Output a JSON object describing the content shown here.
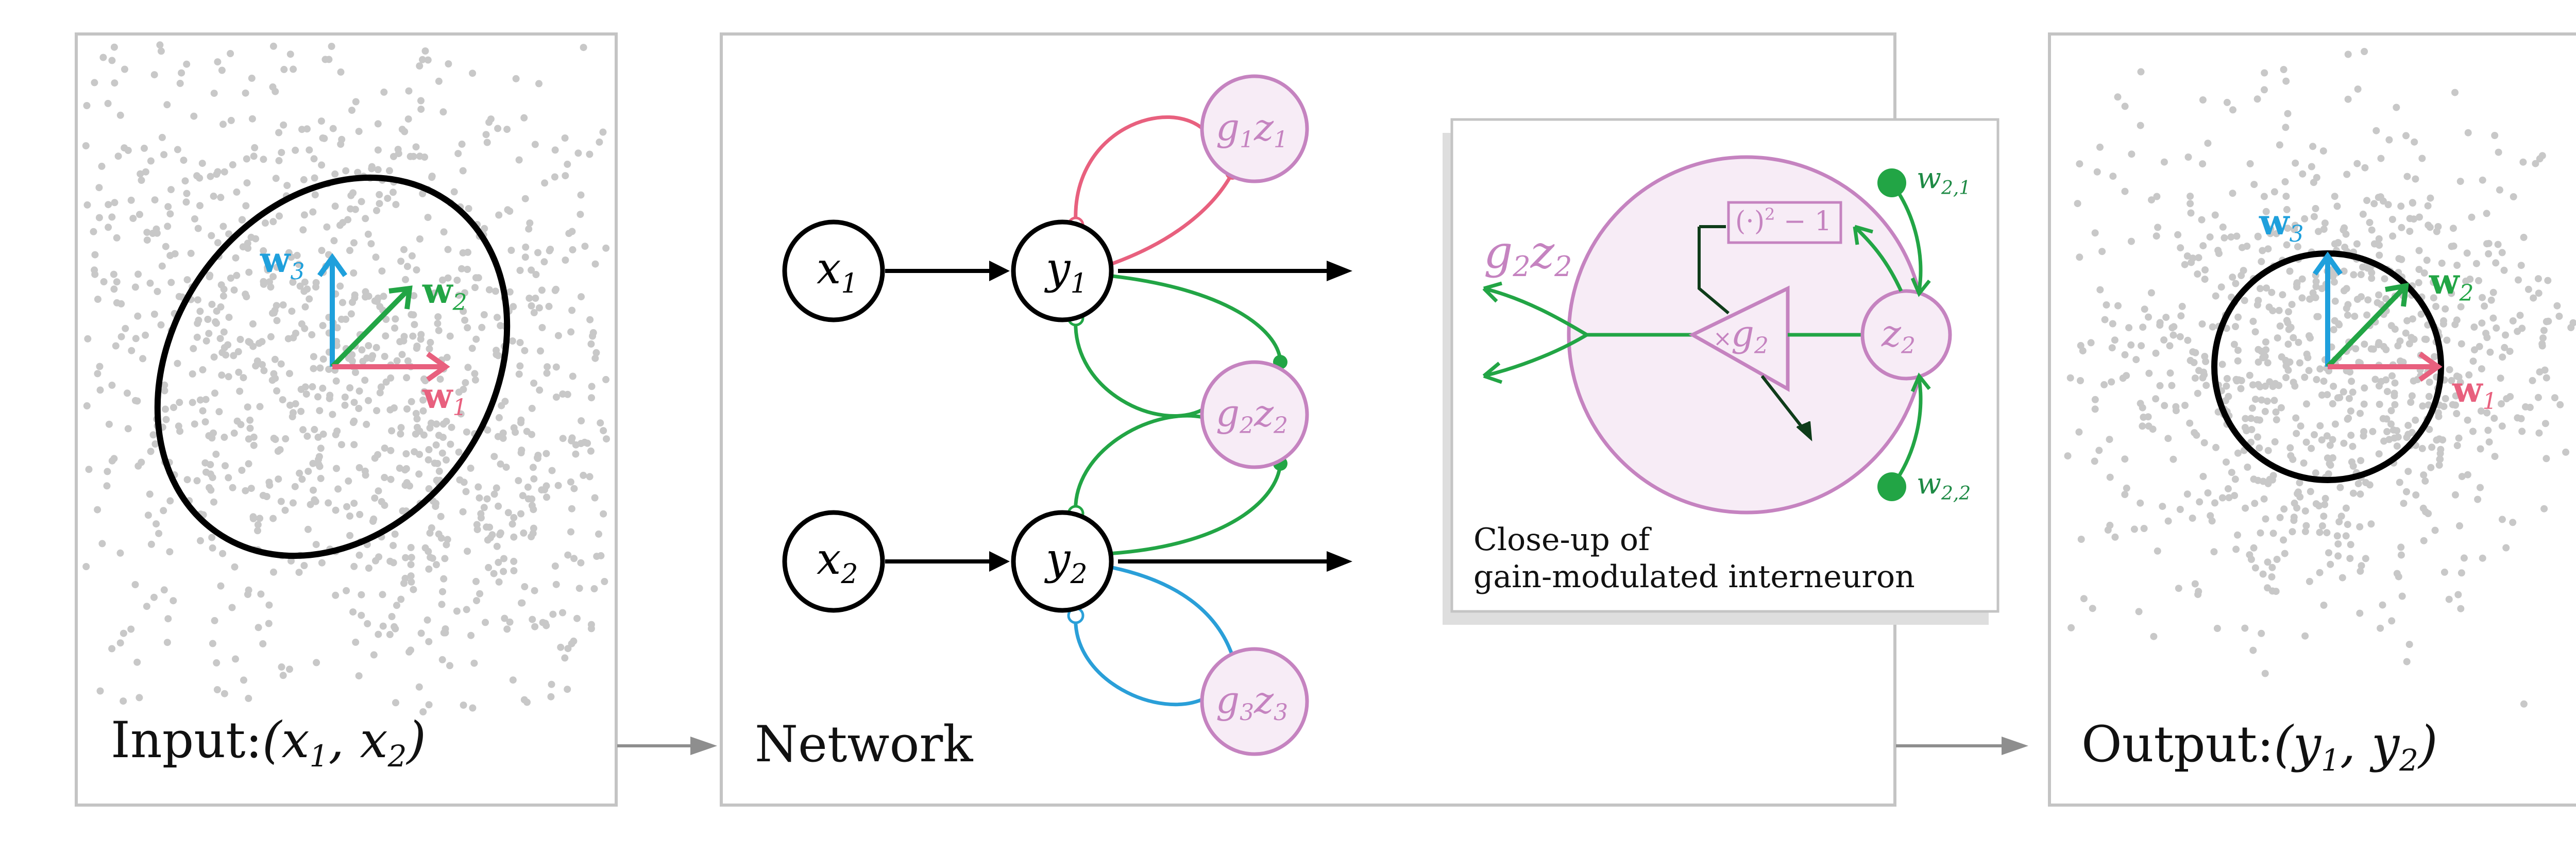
{
  "colors": {
    "w1": "#e8607e",
    "w2": "#22a545",
    "w3": "#1fa0dc",
    "interneuron_fill": "#f7ecf6",
    "interneuron_stroke": "#c583c0",
    "interneuron_text": "#c583c0",
    "blue_edge": "#2a9fd8",
    "dark_green": "#0f3c1a",
    "weight_text": "#1e8a45",
    "dots": "#c8c8c8"
  },
  "panels": {
    "input": {
      "label_prefix": "Input:",
      "label_math": "(x",
      "sub1": "1",
      "comma": ", x",
      "sub2": "2",
      "close": ")"
    },
    "network": {
      "label": "Network"
    },
    "output": {
      "label_prefix": "Output:",
      "label_math": "(y",
      "sub1": "1",
      "comma": ", y",
      "sub2": "2",
      "close": ")"
    }
  },
  "vectors": {
    "w1": {
      "base": "w",
      "sub": "1"
    },
    "w2": {
      "base": "w",
      "sub": "2"
    },
    "w3": {
      "base": "w",
      "sub": "3"
    }
  },
  "nodes": {
    "x1": {
      "base": "x",
      "sub": "1"
    },
    "x2": {
      "base": "x",
      "sub": "2"
    },
    "y1": {
      "base": "y",
      "sub": "1"
    },
    "y2": {
      "base": "y",
      "sub": "2"
    },
    "g1z1": {
      "g": "g",
      "gs": "1",
      "z": "z",
      "zs": "1"
    },
    "g2z2": {
      "g": "g",
      "gs": "2",
      "z": "z",
      "zs": "2"
    },
    "g3z3": {
      "g": "g",
      "gs": "3",
      "z": "z",
      "zs": "3"
    }
  },
  "closeup": {
    "caption_line1": "Close-up of",
    "caption_line2": "gain-modulated interneuron",
    "output_label": {
      "g": "g",
      "gs": "2",
      "z": "z",
      "zs": "2"
    },
    "gain_symbol": "×",
    "gain_label": {
      "g": "g",
      "gs": "2"
    },
    "z_label": {
      "z": "z",
      "zs": "2"
    },
    "nonlinearity": {
      "open": "(·)",
      "exp": "2",
      "rest": " − 1"
    },
    "weight_top": {
      "base": "w",
      "sub": "2,1"
    },
    "weight_bottom": {
      "base": "w",
      "sub": "2,2"
    }
  }
}
